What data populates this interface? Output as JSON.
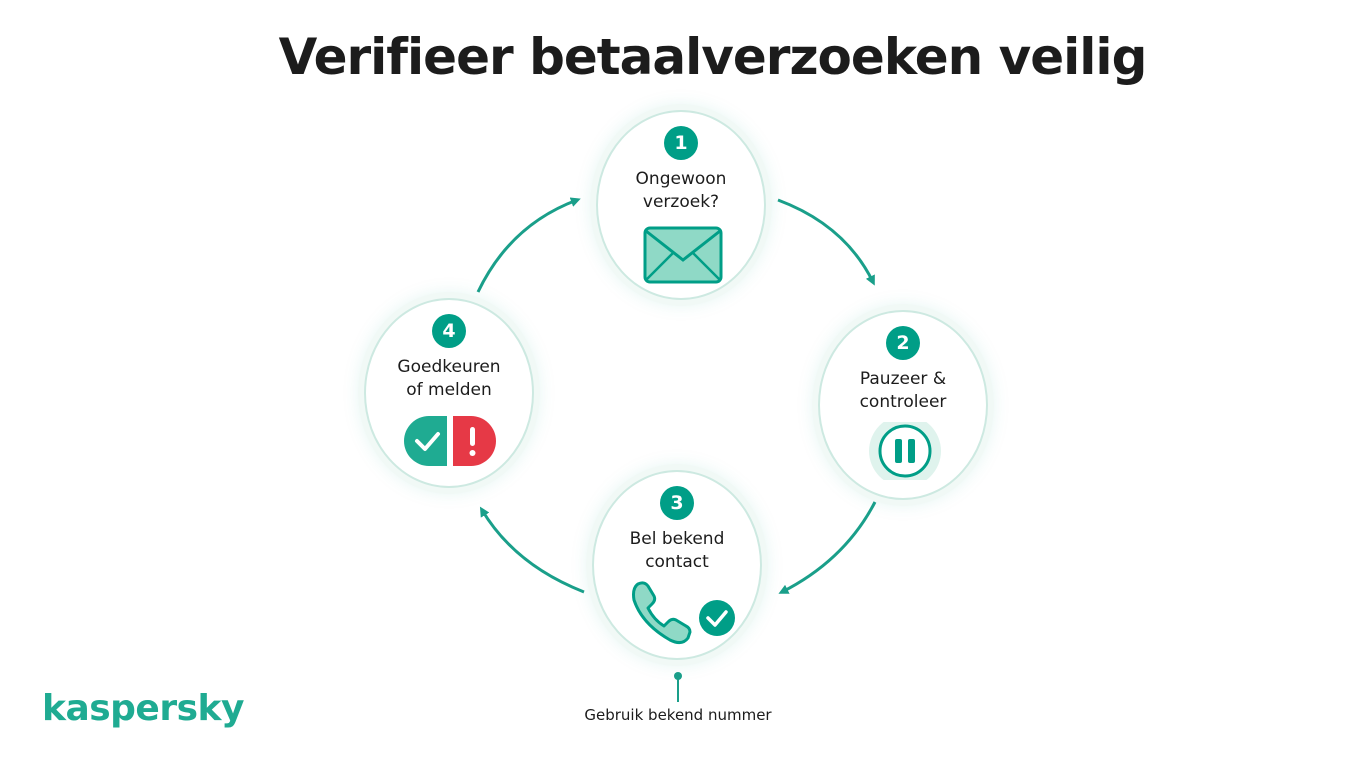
{
  "title": "Verifieer betaalverzoeken veilig",
  "steps": [
    {
      "number": "1",
      "line1": "Ongewoon",
      "line2": "verzoek?",
      "icon": "envelope-icon"
    },
    {
      "number": "2",
      "line1": "Pauzeer &",
      "line2": "controleer",
      "icon": "pause-icon"
    },
    {
      "number": "3",
      "line1": "Bel bekend",
      "line2": "contact",
      "icon": "phone-check-icon"
    },
    {
      "number": "4",
      "line1": "Goedkeuren",
      "line2": "of melden",
      "icon": "approve-report-icon"
    }
  ],
  "footnote": "Gebruik bekend nummer",
  "brand": "kaspersky",
  "colors": {
    "accent": "#009e87",
    "danger": "#e63946",
    "brand": "#1fab92"
  }
}
